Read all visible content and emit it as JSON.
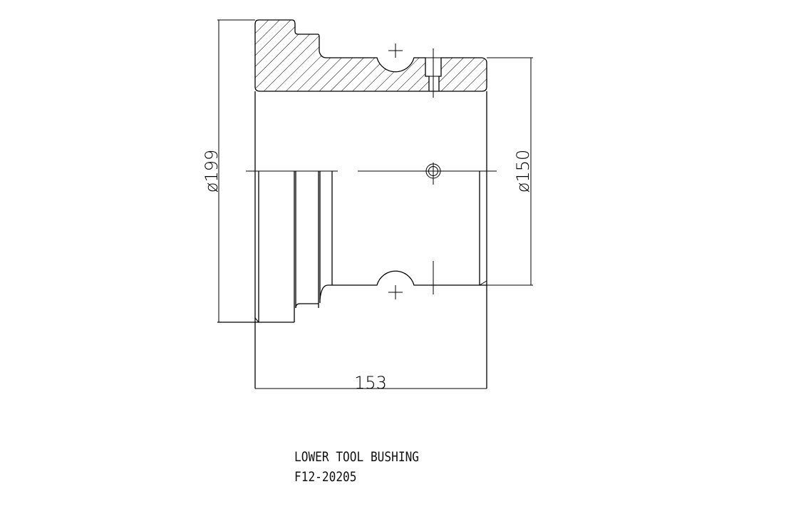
{
  "drawing": {
    "dimensions": {
      "outer_diameter": "ø199",
      "inner_diameter": "ø150",
      "length": "153"
    },
    "title": "LOWER TOOL BUSHING",
    "part_number": "F12-20205"
  }
}
